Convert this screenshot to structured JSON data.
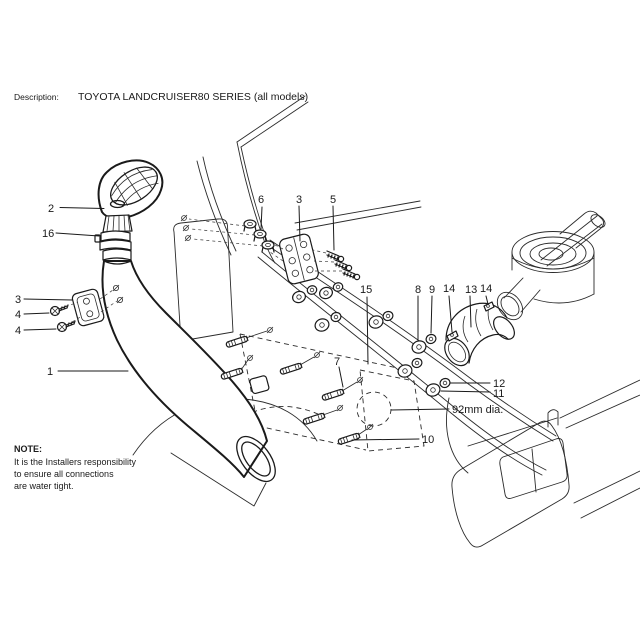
{
  "header": {
    "description_label": "Description:",
    "model": "TOYOTA LANDCRUISER80 SERIES (all models)"
  },
  "note": {
    "title": "NOTE:",
    "line1": "It is the Installers responsibility",
    "line2": "to ensure all connections",
    "line3": "are water tight."
  },
  "annotation": {
    "hole_diameter": "92mm dia."
  },
  "callouts": {
    "c1": "1",
    "c2": "2",
    "c3_left": "3",
    "c4_upper": "4",
    "c4_lower": "4",
    "c16": "16",
    "c6": "6",
    "c3_top": "3",
    "c5": "5",
    "c15": "15",
    "c7": "7",
    "c8": "8",
    "c9": "9",
    "c14_left": "14",
    "c13": "13",
    "c14_right": "14",
    "c12": "12",
    "c11": "11",
    "c10": "10"
  },
  "colors": {
    "line": "#1a1a1a",
    "background": "#ffffff"
  }
}
